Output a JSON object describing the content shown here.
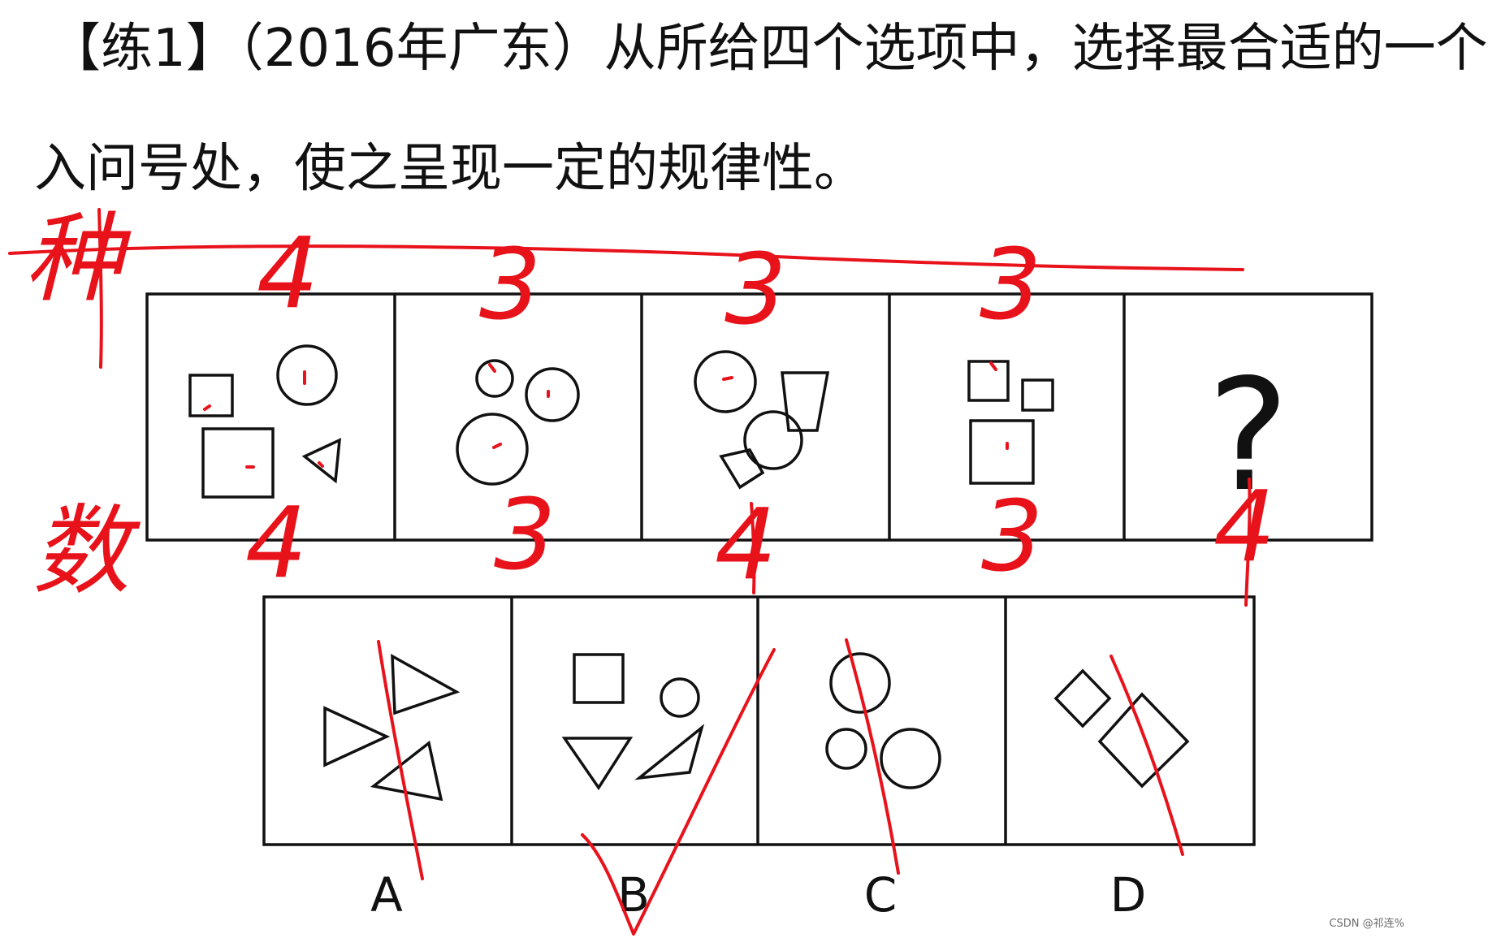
{
  "question": {
    "line1": "【练1】（2016年广东）从所给四个选项中，选择最合适的一个",
    "line2": "入问号处，使之呈现一定的规律性。"
  },
  "puzzle": {
    "missing_mark": "?"
  },
  "options": {
    "a_label": "A",
    "b_label": "B",
    "c_label": "C",
    "d_label": "D"
  },
  "annotations": {
    "row_top_label": "种",
    "row_bottom_label": "数",
    "top_counts": [
      "4",
      "3",
      "3",
      "3"
    ],
    "bottom_counts": [
      "4",
      "3",
      "4",
      "3",
      "4"
    ],
    "ink_color": "#e8121b"
  },
  "watermark": "CSDN @祁连%"
}
